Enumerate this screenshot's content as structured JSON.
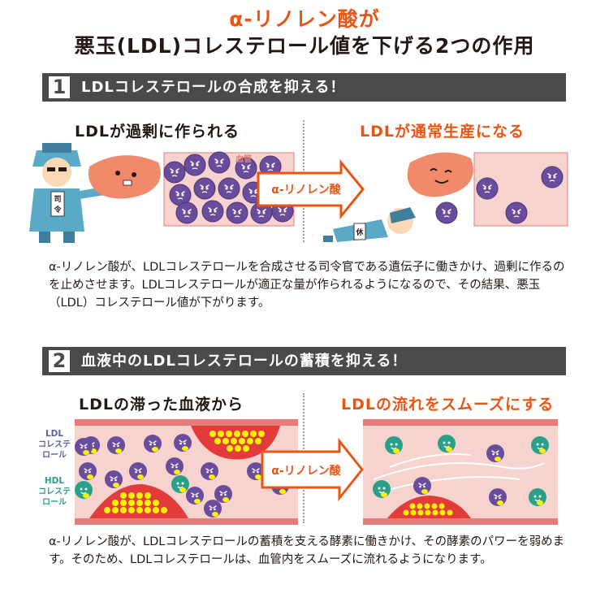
{
  "title": {
    "line1": "α-リノレン酸が",
    "line2": "悪玉(LDL)コレステロール値を下げる2つの作用"
  },
  "section1": {
    "number": "1",
    "heading": "LDLコレステロールの合成を抑える！",
    "left_caption": "LDLが過剰に作られる",
    "right_caption": "LDLが通常生産になる",
    "vessel_label": "血管",
    "arrow_label": "α-リノレン酸",
    "badge_command": "司令",
    "badge_rest": "休",
    "description": "α-リノレン酸が、LDLコレステロールを合成させる司令官である遺伝子に働きかけ、過剰に作るのを止めさせます。LDLコレステロールが適正な量が作られるようになるので、その結果、悪玉（LDL）コレステロール値が下がります。"
  },
  "section2": {
    "number": "2",
    "heading": "血液中のLDLコレステロールの蓄積を抑える！",
    "left_caption": "LDLの滞った血液から",
    "right_caption": "LDLの流れをスムーズにする",
    "arrow_label": "α-リノレン酸",
    "legend_ldl": [
      "LDL",
      "コレステ",
      "ロール"
    ],
    "legend_hdl": [
      "HDL",
      "コレステ",
      "ロール"
    ],
    "description": "α-リノレン酸が、LDLコレステロールの蓄積を支える酵素に働きかけ、その酵素のパワーを弱めます。そのため、LDLコレステロールは、血管内をスムーズに流れるようになります。"
  },
  "colors": {
    "accent": "#e95513",
    "header_bg": "#4a4a4a",
    "vessel": "#f6d3cf",
    "vessel_wall": "#e57e78",
    "ldl": "#6a4c9c",
    "hdl": "#2aa08a",
    "plaque": "#e33b3a",
    "plaque_fat": "#fff200"
  }
}
